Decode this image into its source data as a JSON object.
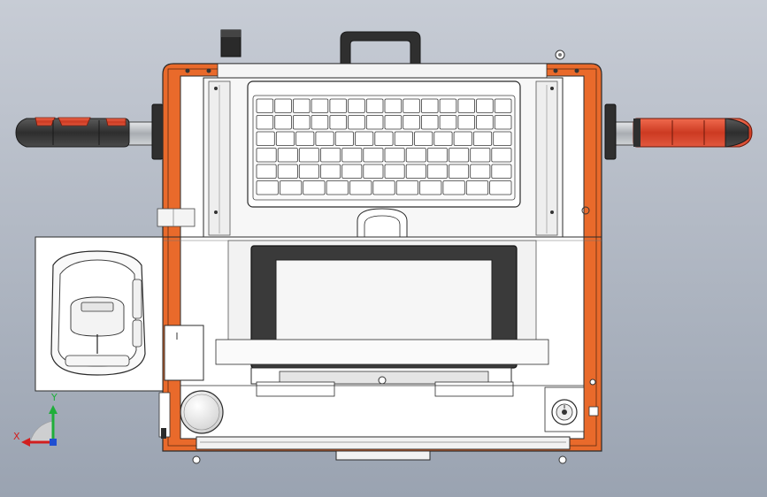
{
  "viewport": {
    "background_top": "#c7ccd5",
    "background_bottom": "#9aa3b1"
  },
  "palette": {
    "housing_orange": "#e96a2b",
    "outline": "#2b2b2b",
    "panel_white": "#ffffff",
    "frame_gray": "#d8d8d8",
    "display_bezel": "#3a3a3a",
    "display_glass": "#f6f6f6",
    "grip_dark": "#3a3a3a",
    "grip_red": "#d9442a",
    "shaft_metal": "#b9bcc0",
    "axis_x": "#d21f1f",
    "axis_y": "#1fae3a",
    "axis_z": "#1f4fd2"
  },
  "model": {
    "keyboard_rows": [
      14,
      14,
      13,
      12,
      12,
      11
    ],
    "parts": [
      "carry-handle",
      "left-grip",
      "right-grip",
      "keyboard",
      "display",
      "scanner-module",
      "round-knob",
      "power-switch"
    ]
  },
  "triad": {
    "x_label": "X",
    "y_label": "Y"
  }
}
